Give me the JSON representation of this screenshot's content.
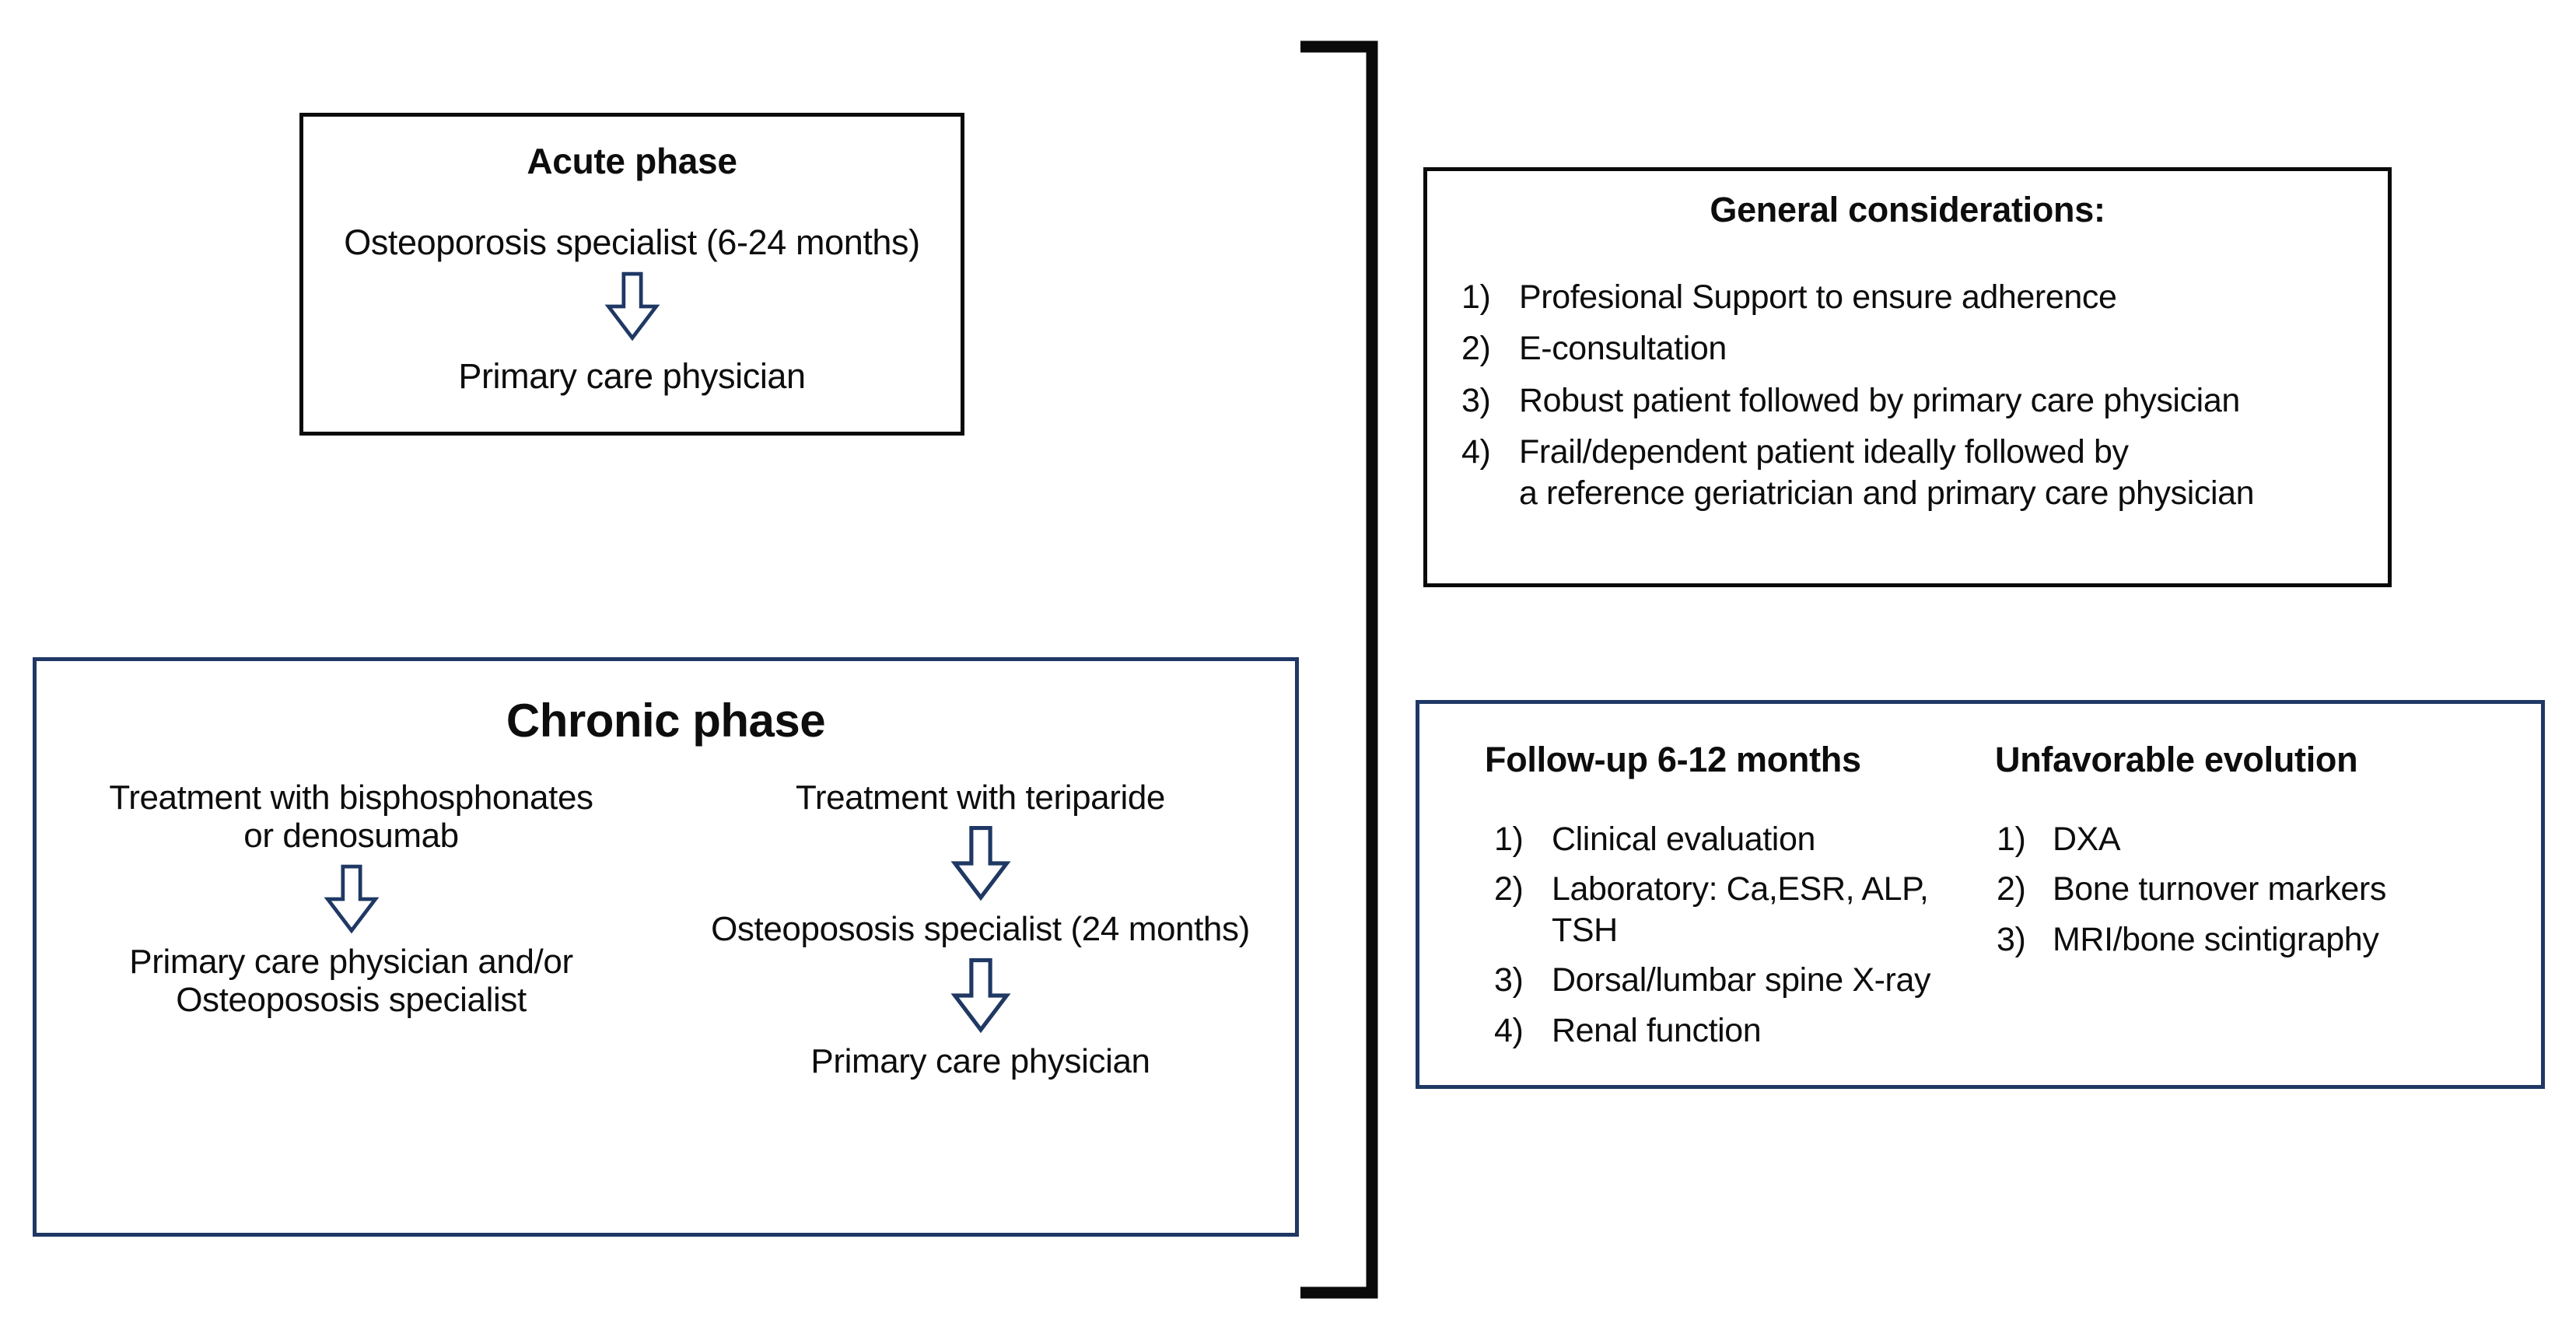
{
  "figure": {
    "type": "clinical-care-pathway-flowchart",
    "accent_navy": "#1f3864",
    "outline_black": "#0a0a0a",
    "background": "#ffffff"
  },
  "acute_phase": {
    "title": "Acute phase",
    "step_1": "Osteoporosis specialist (6-24 months)",
    "arrow_icon": "arrow-down-icon",
    "step_2": "Primary care physician"
  },
  "chronic_phase": {
    "title": "Chronic phase",
    "left_branch": {
      "step_1_line_1": "Treatment with bisphosphonates",
      "step_1_line_2": "or denosumab",
      "arrow_icon": "arrow-down-icon",
      "step_2_line_1": "Primary care physician and/or",
      "step_2_line_2": "Osteopososis specialist"
    },
    "right_branch": {
      "step_1": "Treatment with teriparide",
      "arrow_1_icon": "arrow-down-icon",
      "step_2": "Osteopososis specialist (24 months)",
      "arrow_2_icon": "arrow-down-icon",
      "step_3": "Primary care physician"
    }
  },
  "bracket": {
    "icon": "square-bracket-left-icon"
  },
  "general_considerations": {
    "title": "General considerations:",
    "items": [
      {
        "marker": "1)",
        "text": "Profesional Support to ensure adherence",
        "continuation": ""
      },
      {
        "marker": "2)",
        "text": "E-consultation",
        "continuation": ""
      },
      {
        "marker": "3)",
        "text": "Robust patient followed by primary care physician",
        "continuation": ""
      },
      {
        "marker": "4)",
        "text": "Frail/dependent patient ideally followed by",
        "continuation": "a reference geriatrician and primary care physician"
      }
    ]
  },
  "followup_panel": {
    "followup": {
      "heading": "Follow-up 6-12 months",
      "items": [
        {
          "marker": "1)",
          "text": "Clinical evaluation"
        },
        {
          "marker": "2)",
          "text": "Laboratory: Ca,ESR, ALP, TSH"
        },
        {
          "marker": "3)",
          "text": "Dorsal/lumbar spine X-ray"
        },
        {
          "marker": "4)",
          "text": "Renal function"
        }
      ]
    },
    "unfavorable": {
      "heading": "Unfavorable evolution",
      "items": [
        {
          "marker": "1)",
          "text": "DXA"
        },
        {
          "marker": "2)",
          "text": "Bone turnover markers"
        },
        {
          "marker": "3)",
          "text": "MRI/bone scintigraphy"
        }
      ]
    }
  }
}
